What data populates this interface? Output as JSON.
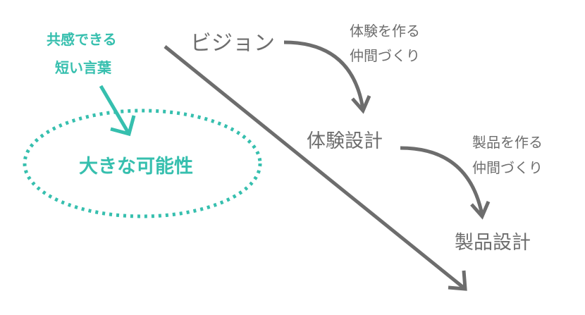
{
  "colors": {
    "accent": "#36bfae",
    "line": "#6d6d6d"
  },
  "left": {
    "phrase_line1": "共感できる",
    "phrase_line2": "短い言葉",
    "ellipse_label": "大きな可能性"
  },
  "flow": {
    "step1": "ビジョン",
    "note1_line1": "体験を作る",
    "note1_line2": "仲間づくり",
    "step2": "体験設計",
    "note2_line1": "製品を作る",
    "note2_line2": "仲間づくり",
    "step3": "製品設計"
  }
}
